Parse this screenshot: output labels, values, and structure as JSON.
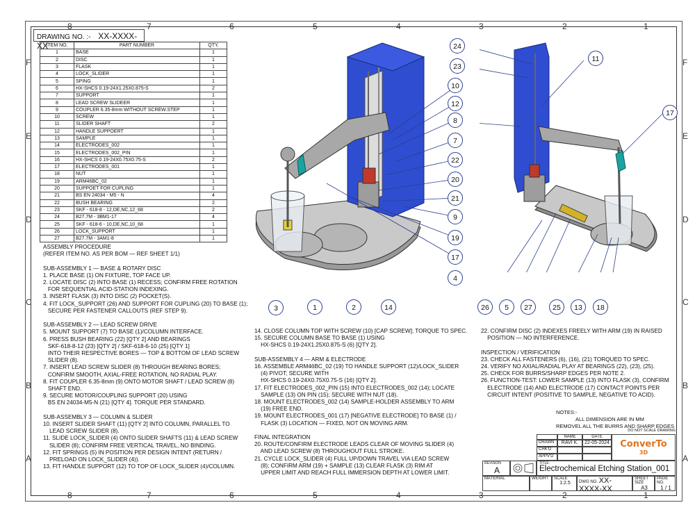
{
  "zones": {
    "top": [
      "8",
      "7",
      "6",
      "5",
      "4",
      "3",
      "2",
      "1"
    ],
    "bottom": [
      "8",
      "7",
      "6",
      "5",
      "4",
      "3",
      "2",
      "1"
    ],
    "left": [
      "F",
      "E",
      "D",
      "C",
      "B",
      "A"
    ],
    "right": [
      "F",
      "E",
      "D",
      "C",
      "B",
      "A"
    ]
  },
  "drawing_no": {
    "label": "DRAWING NO. :-",
    "value": "XX-XXXX-XX"
  },
  "bom": {
    "headers": [
      "ITEM NO.",
      "PART NUMBER",
      "QTY."
    ],
    "rows": [
      [
        "1",
        "BASE",
        "1"
      ],
      [
        "2",
        "DISC",
        "1"
      ],
      [
        "3",
        "FLASK",
        "1"
      ],
      [
        "4",
        "LOCK_SLIDER",
        "1"
      ],
      [
        "5",
        "SPING",
        "1"
      ],
      [
        "6",
        "HX-SHCS 0.19-24X1.25X0.875-S",
        "2"
      ],
      [
        "7",
        "SUPPORT",
        "1"
      ],
      [
        "8",
        "LEAD SCREW SLIDEER",
        "1"
      ],
      [
        "9",
        "COUPLER 6.35-8mm WITHOUT SCREW.STEP",
        "1"
      ],
      [
        "10",
        "SCREW",
        "1"
      ],
      [
        "11",
        "SLIDER SHAFT",
        "2"
      ],
      [
        "12",
        "HANDLE SUPPOERT",
        "1"
      ],
      [
        "13",
        "SAMPLE",
        "1"
      ],
      [
        "14",
        "ELECTRODES_002",
        "1"
      ],
      [
        "15",
        "ELECTRODES_002_PIN",
        "1"
      ],
      [
        "16",
        "HX-SHCS 0.19-24X0.75X0.75-S",
        "2"
      ],
      [
        "17",
        "ELECTRODES_001",
        "1"
      ],
      [
        "18",
        "NUT",
        "1"
      ],
      [
        "19",
        "ARM46BC_02",
        "1"
      ],
      [
        "20",
        "SUPPOET FOR CUPLING",
        "1"
      ],
      [
        "21",
        "BS EN 24034 - M5 - N",
        "4"
      ],
      [
        "22",
        "BUSH BEARING",
        "2"
      ],
      [
        "23",
        "SKF - 618-8 - 12,DE,NC,12_68",
        "2"
      ],
      [
        "24",
        "B27.7M - 3BM1-17",
        "4"
      ],
      [
        "25",
        "SKF - 618-6 - 10,DE,NC,10_68",
        "1"
      ],
      [
        "26",
        "LOCK_SUPPORT",
        "1"
      ],
      [
        "27",
        "B27.7M - 3AM1-8",
        "1"
      ]
    ]
  },
  "procedure_col1": [
    "ASSEMBLY PROCEDURE",
    "(REFER ITEM NO. AS PER BOM — REF SHEET 1/1)",
    "",
    "SUB-ASSEMBLY 1 — BASE & ROTARY DISC",
    "1. PLACE BASE (1) ON FIXTURE, TOP FACE UP.",
    "2. LOCATE DISC (2) INTO BASE (1) RECESS; CONFIRM FREE ROTATION",
    "   FOR SEQUENTIAL ACID-STATION INDEXING.",
    "3. INSERT FLASK (3) INTO DISC (2) POCKET(S).",
    "4. FIT LOCK_SUPPORT (26) AND SUPPORT FOR CUPLING (20) TO BASE (1);",
    "   SECURE PER FASTENER CALLOUTS (REF STEP 9).",
    "",
    "SUB-ASSEMBLY 2 — LEAD SCREW DRIVE",
    "5. MOUNT SUPPORT (7) TO BASE (1)/COLUMN INTERFACE.",
    "6. PRESS BUSH BEARING (22) [QTY 2] AND BEARINGS",
    "   SKF-618-8-12 (23) [QTY 2] / SKF-618-6-10 (25) [QTY 1]",
    "   INTO THEIR RESPECTIVE BORES — TOP & BOTTOM OF LEAD SCREW",
    "   SLIDER (8).",
    "7. INSERT LEAD SCREW SLIDER (8) THROUGH BEARING BORES;",
    "   CONFIRM SMOOTH, AXIAL-FREE ROTATION, NO RADIAL PLAY.",
    "8. FIT COUPLER 6.35-8mm (9) ONTO MOTOR SHAFT / LEAD SCREW (8)",
    "   SHAFT END.",
    "9. SECURE MOTOR/COUPLING SUPPORT (20) USING",
    "   BS EN 24034-M5-N (21) [QTY 4]. TORQUE PER STANDARD.",
    "",
    "SUB-ASSEMBLY 3 — COLUMN & SLIDER",
    "10. INSERT SLIDER SHAFT (11) [QTY 2] INTO COLUMN, PARALLEL TO",
    "    LEAD SCREW SLIDER (8).",
    "11. SLIDE LOCK_SLIDER (4) ONTO SLIDER SHAFTS (11) & LEAD SCREW",
    "    SLIDER (8); CONFIRM FREE VERTICAL TRAVEL, NO BINDING.",
    "12. FIT SPRINGS (5) IN POSITION PER DESIGN INTENT (RETURN /",
    "    PRELOAD ON LOCK_SLIDER (4)).",
    "13. FIT HANDLE SUPPORT (12) TO TOP OF LOCK_SLIDER (4)/COLUMN."
  ],
  "procedure_col2": [
    "14. CLOSE COLUMN TOP WITH SCREW (10) [CAP SCREW]; TORQUE TO SPEC.",
    "15. SECURE COLUMN BASE TO BASE (1) USING",
    "    HX-SHCS 0.19-24X1.25X0.875-S (6) [QTY 2].",
    "",
    "SUB-ASSEMBLY 4 — ARM & ELECTRODE",
    "16. ASSEMBLE ARM46BC_02 (19) TO HANDLE SUPPORT (12)/LOCK_SLIDER",
    "    (4) PIVOT; SECURE WITH",
    "    HX-SHCS 0.19-24X0.75X0.75-S (16) [QTY 2].",
    "17. FIT ELECTRODES_002_PIN (15) INTO ELECTRODES_002 (14); LOCATE",
    "    SAMPLE (13) ON PIN (15); SECURE WITH NUT (18).",
    "18. MOUNT ELECTRODES_002 (14) SAMPLE-HOLDER ASSEMBLY TO ARM",
    "    (19) FREE END.",
    "19. MOUNT ELECTRODES_001 (17) [NEGATIVE ELECTRODE] TO BASE (1) /",
    "    FLASK (3) LOCATION — FIXED, NOT ON MOVING ARM.",
    "",
    "FINAL INTEGRATION",
    "20. ROUTE/CONFIRM ELECTRODE LEADS CLEAR OF MOVING SLIDER (4)",
    "    AND LEAD SCREW (8) THROUGHOUT FULL STROKE.",
    "21. CYCLE LOCK_SLIDER (4) FULL UP/DOWN TRAVEL VIA LEAD SCREW",
    "    (8); CONFIRM ARM (19) + SAMPLE (13) CLEAR FLASK (3) RIM AT",
    "    UPPER LIMIT AND REACH FULL IMMERSION DEPTH AT LOWER LIMIT."
  ],
  "procedure_col3": [
    "22. CONFIRM DISC (2) INDEXES FREELY WITH ARM (19) IN RAISED",
    "    POSITION — NO INTERFERENCE.",
    "",
    "INSPECTION / VERIFICATION",
    "23. CHECK ALL FASTENERS (6), (16), (21) TORQUED TO SPEC.",
    "24. VERIFY NO AXIAL/RADIAL PLAY AT BEARINGS (22), (23), (25).",
    "25. CHECK FOR BURRS/SHARP EDGES PER NOTE 2.",
    "26. FUNCTION-TEST: LOWER SAMPLE (13) INTO FLASK (3), CONFIRM",
    "    ELECTRODE (14) AND ELECTRODE (17) CONTACT POINTS PER",
    "    CIRCUIT INTENT (POSITIVE TO SAMPLE, NEGATIVE TO ACID)."
  ],
  "notes": {
    "heading": "NOTES:-",
    "lines": [
      "ALL DIMENSION ARE IN MM",
      "REMOVEL ALL THE BURRS AND SHARP EDGES"
    ]
  },
  "title_block": {
    "do_not_scale": "DO NOT SCALE DRAWING",
    "col_name": "NAME",
    "col_date": "DATE",
    "drawn_label": "DRAWN",
    "drawn_name": "RAVI K.",
    "drawn_date": "22-05-2024",
    "chkd_label": "CHK'D",
    "apprd_label": "APPV'D",
    "brand": "ConverTo",
    "brand_sub": "3D",
    "revision_label": "REVISION",
    "revision": "A",
    "title_label": "TITLE:",
    "title": "Electrochemical Etching Station_001",
    "material_label": "MATERIAL",
    "weight_label": "WEIGHT",
    "scale_label": "SCALE",
    "scale": "1:2.5",
    "dwg_label": "DWG NO.",
    "dwg_no": "XX-XXXX-XX",
    "sheet_size_label": "SHEET SIZE",
    "sheet_size": "A3",
    "page_label": "PAGE NO.",
    "page": "1 / 1"
  },
  "callouts_left": [
    "10",
    "12",
    "8",
    "7",
    "22",
    "20",
    "21",
    "9",
    "19",
    "17",
    "4",
    "3",
    "1",
    "2",
    "14"
  ],
  "callouts_right": [
    "24",
    "23",
    "11",
    "17",
    "26",
    "5",
    "27",
    "25",
    "13",
    "18"
  ]
}
